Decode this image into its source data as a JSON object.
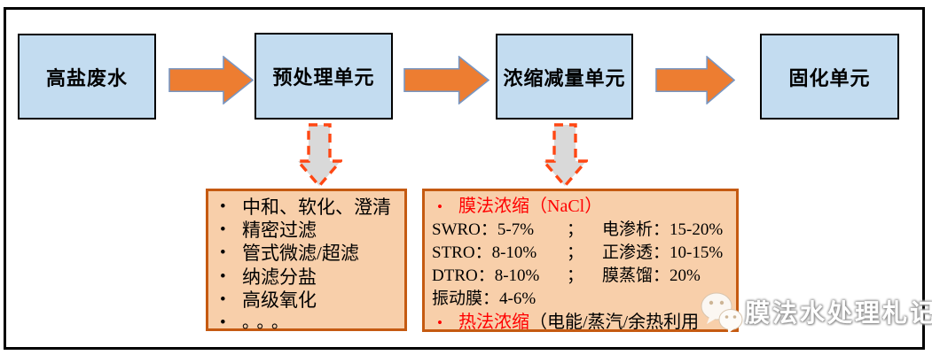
{
  "colors": {
    "box_fill": "#c3dcf0",
    "box_border": "#000000",
    "flow_arrow_fill": "#ed7d31",
    "flow_arrow_stroke": "#7896c2",
    "drop_arrow_fill": "#d9d9d9",
    "drop_arrow_stroke": "#ff4713",
    "detail_fill": "#f8cfaa",
    "detail_border": "#c55a11",
    "highlight_red": "#ff0000"
  },
  "flow": {
    "boxes": [
      {
        "label": "高盐废水"
      },
      {
        "label": "预处理单元"
      },
      {
        "label": "浓缩减量单元"
      },
      {
        "label": "固化单元"
      }
    ]
  },
  "pretreatment_detail": {
    "items": [
      "中和、软化、澄清",
      "精密过滤",
      "管式微滤/超滤",
      "纳滤分盐",
      "高级氧化",
      "。。。"
    ]
  },
  "concentration_detail": {
    "membrane_title": "膜法浓缩（NaCl）",
    "rows": [
      {
        "left": "SWRO：5-7%",
        "sep": "；",
        "right": "电渗析：15-20%"
      },
      {
        "left": "STRO：8-10%",
        "sep": "；",
        "right": "正渗透：10-15%"
      },
      {
        "left": "DTRO：8-10%",
        "sep": "；",
        "right": "膜蒸馏：20%"
      },
      {
        "left": "振动膜：4-6%",
        "sep": "",
        "right": ""
      }
    ],
    "thermal_title": "热法浓缩",
    "thermal_rest": "（电能/蒸汽/余热利用"
  },
  "watermark": {
    "text": "膜法水处理札记"
  }
}
